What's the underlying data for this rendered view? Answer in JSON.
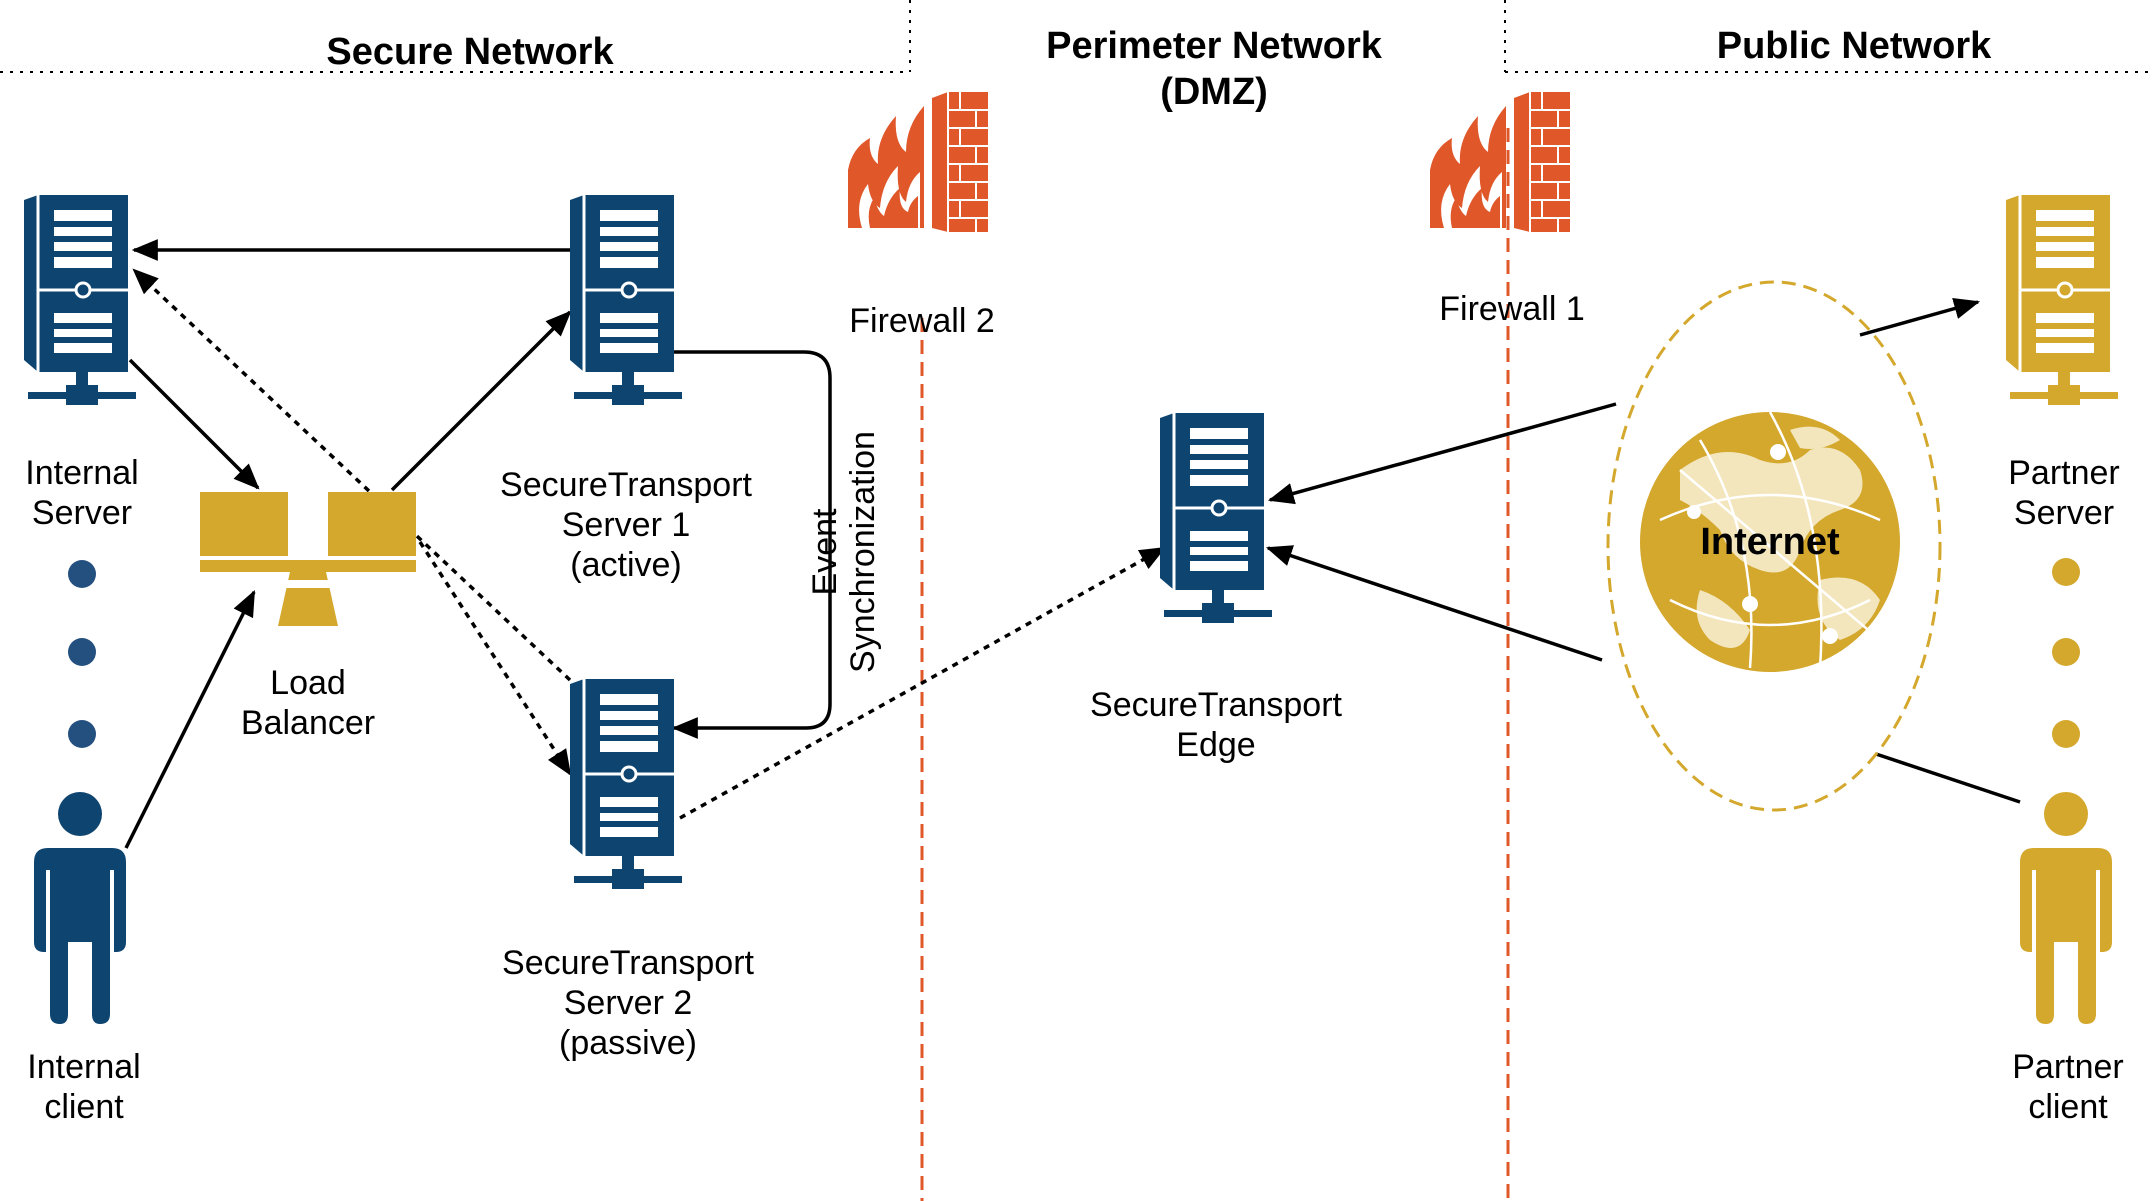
{
  "zones": {
    "secure": "Secure Network",
    "perimeter_line1": "Perimeter Network",
    "perimeter_line2": "(DMZ)",
    "public": "Public Network"
  },
  "nodes": {
    "internal_server": [
      "Internal",
      "Server"
    ],
    "internal_client": [
      "Internal",
      "client"
    ],
    "load_balancer": [
      "Load",
      "Balancer"
    ],
    "st_server_1": [
      "SecureTransport",
      "Server 1",
      "(active)"
    ],
    "st_server_2": [
      "SecureTransport",
      "Server 2",
      "(passive)"
    ],
    "st_edge": [
      "SecureTransport",
      "Edge"
    ],
    "firewall_2": "Firewall 2",
    "firewall_1": "Firewall 1",
    "internet": "Internet",
    "partner_server": [
      "Partner",
      "Server"
    ],
    "partner_client": [
      "Partner",
      "client"
    ]
  },
  "event_sync": [
    "Event",
    "Synchronization"
  ],
  "colors": {
    "navy": "#0e4470",
    "gold": "#d4a82d",
    "firewall": "#e0572a",
    "dmz_line": "#e0572a"
  }
}
